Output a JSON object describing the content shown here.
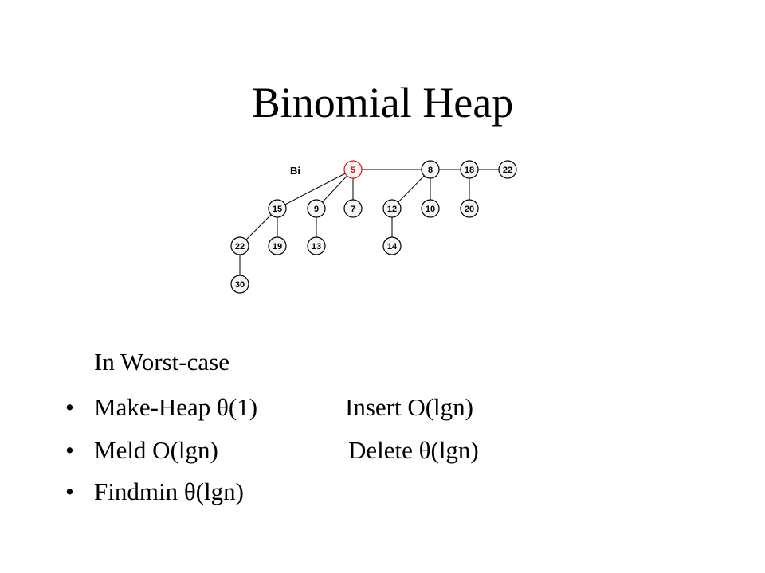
{
  "slide": {
    "title": "Binomial Heap",
    "diagram": {
      "label": "Bi",
      "colors": {
        "root": "#e01010",
        "node": "#000000",
        "fill": "#f5f5f5",
        "edge": "#000000"
      },
      "nodes": [
        {
          "id": "n5",
          "label": "5",
          "highlight": true
        },
        {
          "id": "n8",
          "label": "8"
        },
        {
          "id": "n18",
          "label": "18"
        },
        {
          "id": "n22a",
          "label": "22"
        },
        {
          "id": "n15",
          "label": "15"
        },
        {
          "id": "n9",
          "label": "9"
        },
        {
          "id": "n7",
          "label": "7"
        },
        {
          "id": "n12",
          "label": "12"
        },
        {
          "id": "n10",
          "label": "10"
        },
        {
          "id": "n20",
          "label": "20"
        },
        {
          "id": "n22b",
          "label": "22"
        },
        {
          "id": "n19",
          "label": "19"
        },
        {
          "id": "n13",
          "label": "13"
        },
        {
          "id": "n14",
          "label": "14"
        },
        {
          "id": "n30",
          "label": "30"
        }
      ],
      "edges": [
        [
          "n5",
          "n8"
        ],
        [
          "n8",
          "n18"
        ],
        [
          "n18",
          "n22a"
        ],
        [
          "n5",
          "n15"
        ],
        [
          "n5",
          "n9"
        ],
        [
          "n5",
          "n7"
        ],
        [
          "n8",
          "n12"
        ],
        [
          "n8",
          "n10"
        ],
        [
          "n18",
          "n20"
        ],
        [
          "n15",
          "n22b"
        ],
        [
          "n15",
          "n19"
        ],
        [
          "n9",
          "n13"
        ],
        [
          "n12",
          "n14"
        ],
        [
          "n22b",
          "n30"
        ]
      ]
    },
    "heading": "In Worst-case",
    "bullet_symbol": "•",
    "bullets": [
      {
        "left": "Make-Heap θ(1)",
        "right": "Insert O(lgn)"
      },
      {
        "left": "Meld O(lgn)",
        "right": "Delete θ(lgn)"
      },
      {
        "left": "Findmin θ(lgn)",
        "right": ""
      }
    ]
  }
}
